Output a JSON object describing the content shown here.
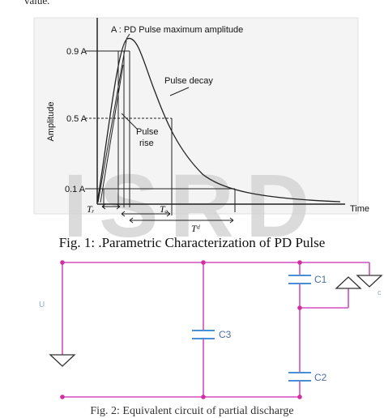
{
  "top_fragment": "value.",
  "figure1": {
    "caption": "Fig. 1: .Parametric Characterization of PD Pulse",
    "annotation_max": "A : PD Pulse maximum amplitude",
    "annotation_decay": "Pulse decay",
    "annotation_rise_1": "Pulse",
    "annotation_rise_2": "rise",
    "y_axis_label": "Amplitude",
    "x_axis_label": "Time",
    "levels": [
      "0.9 A",
      "0.5 A",
      "0.1 A"
    ],
    "time_labels": [
      "Tᵣ",
      "Tₐ",
      "Tᵈ"
    ],
    "watermark": "ISRD"
  },
  "figure2": {
    "capacitors": [
      "C1",
      "C2",
      "C3"
    ],
    "source_label": "U",
    "side_label": "c",
    "caption": "Fig. 2: Equivalent circuit of partial discharge"
  },
  "colors": {
    "wire": "#d04fc0",
    "node": "#d0309f",
    "capacitor": "#4a8fd6",
    "watermark": "#cfcfcf"
  }
}
